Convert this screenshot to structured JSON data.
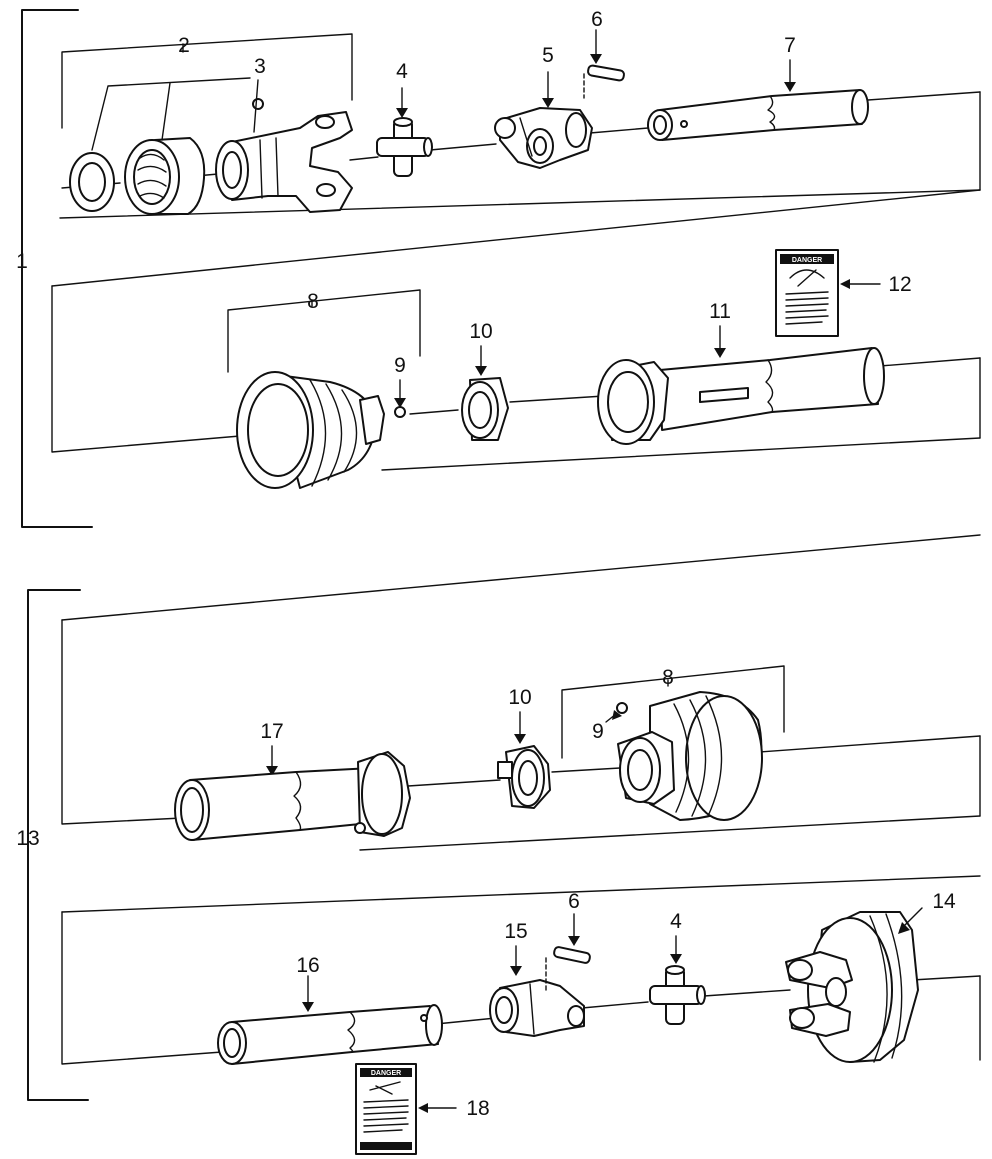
{
  "callouts": {
    "c1": "1",
    "c2": "2",
    "c3": "3",
    "c4": "4",
    "c5": "5",
    "c6": "6",
    "c7": "7",
    "c8": "8",
    "c9": "9",
    "c10": "10",
    "c11": "11",
    "c12": "12",
    "c13": "13",
    "c14": "14",
    "c15": "15",
    "c16": "16",
    "c17": "17",
    "c18": "18"
  },
  "decals": {
    "danger": "DANGER"
  }
}
